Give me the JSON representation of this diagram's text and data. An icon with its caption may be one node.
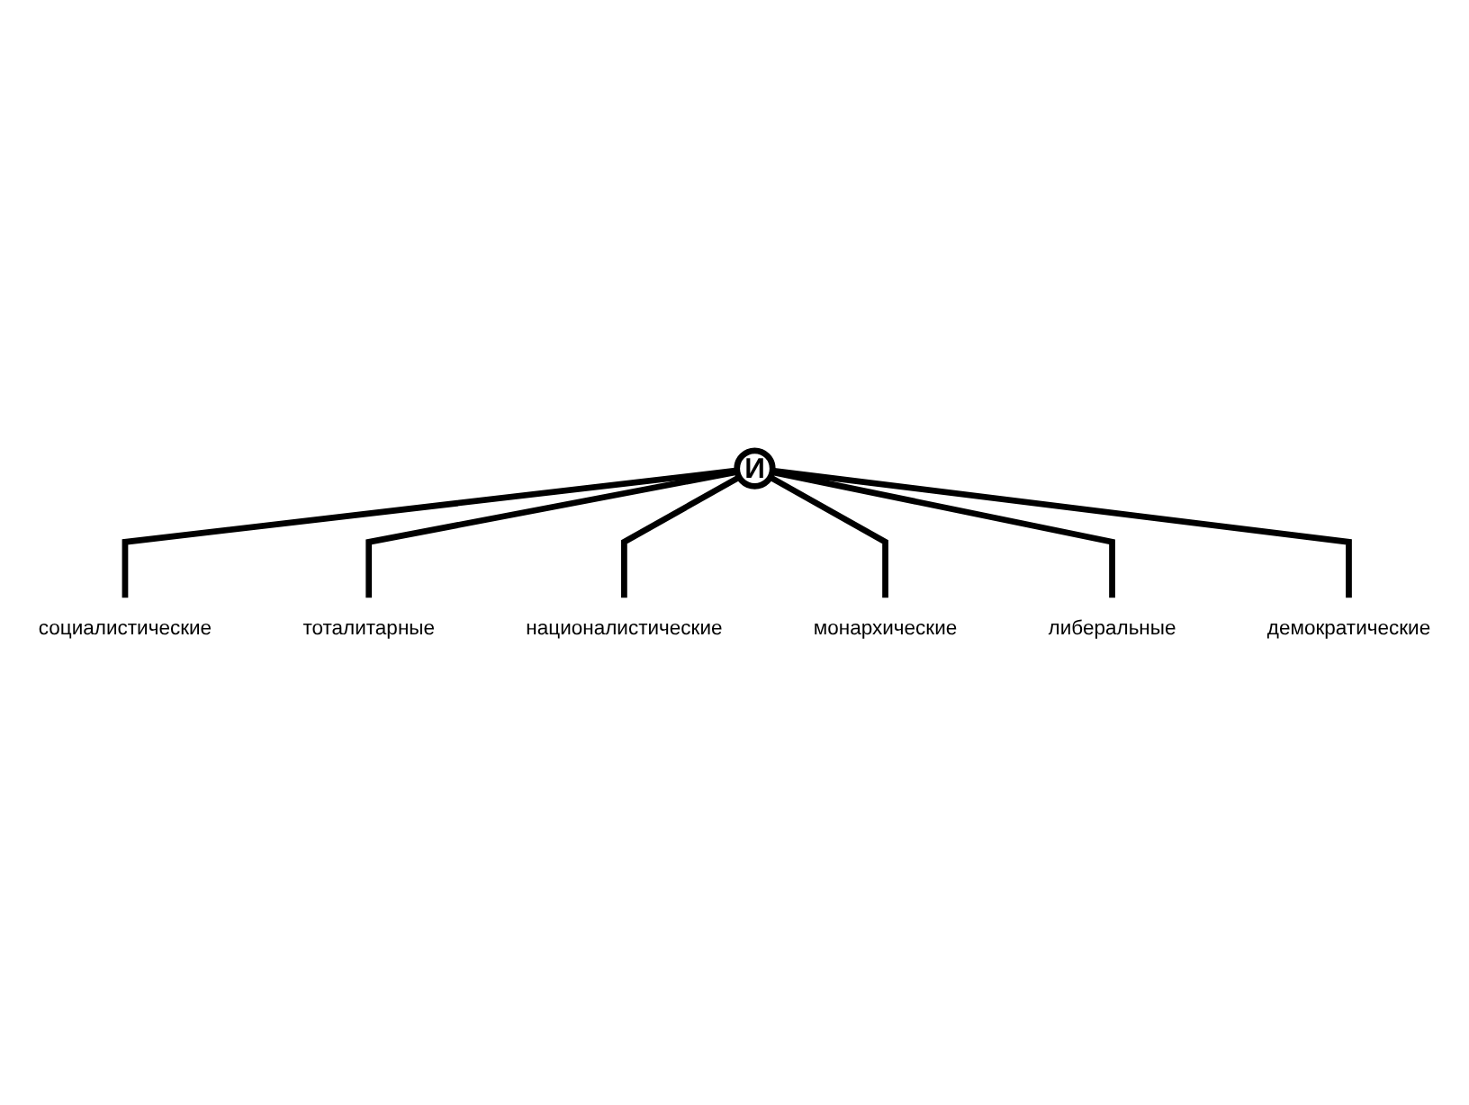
{
  "diagram": {
    "nodes": [
      {
        "text": [
          "тоталитарные"
        ]
      },
      {
        "text": [
          "социалистические"
        ]
      },
      {
        "text": [
          "националистические"
        ]
      },
      {
        "text": [
          "И"
        ]
      },
      {
        "text": [
          "монархические"
        ]
      },
      {
        "text": [
          "либеральные"
        ]
      },
      {
        "text": [
          "демократические"
        ]
      }
    ],
    "edges": [
      {
        "from": 3,
        "to": 1,
        "arrow": "none"
      },
      {
        "from": 3,
        "to": 0,
        "arrow": "none"
      },
      {
        "from": 3,
        "to": 2,
        "arrow": "none"
      },
      {
        "from": 3,
        "to": 4,
        "arrow": "none"
      },
      {
        "from": 3,
        "to": 5,
        "arrow": "none"
      },
      {
        "from": 3,
        "to": 6,
        "arrow": "none"
      }
    ]
  }
}
